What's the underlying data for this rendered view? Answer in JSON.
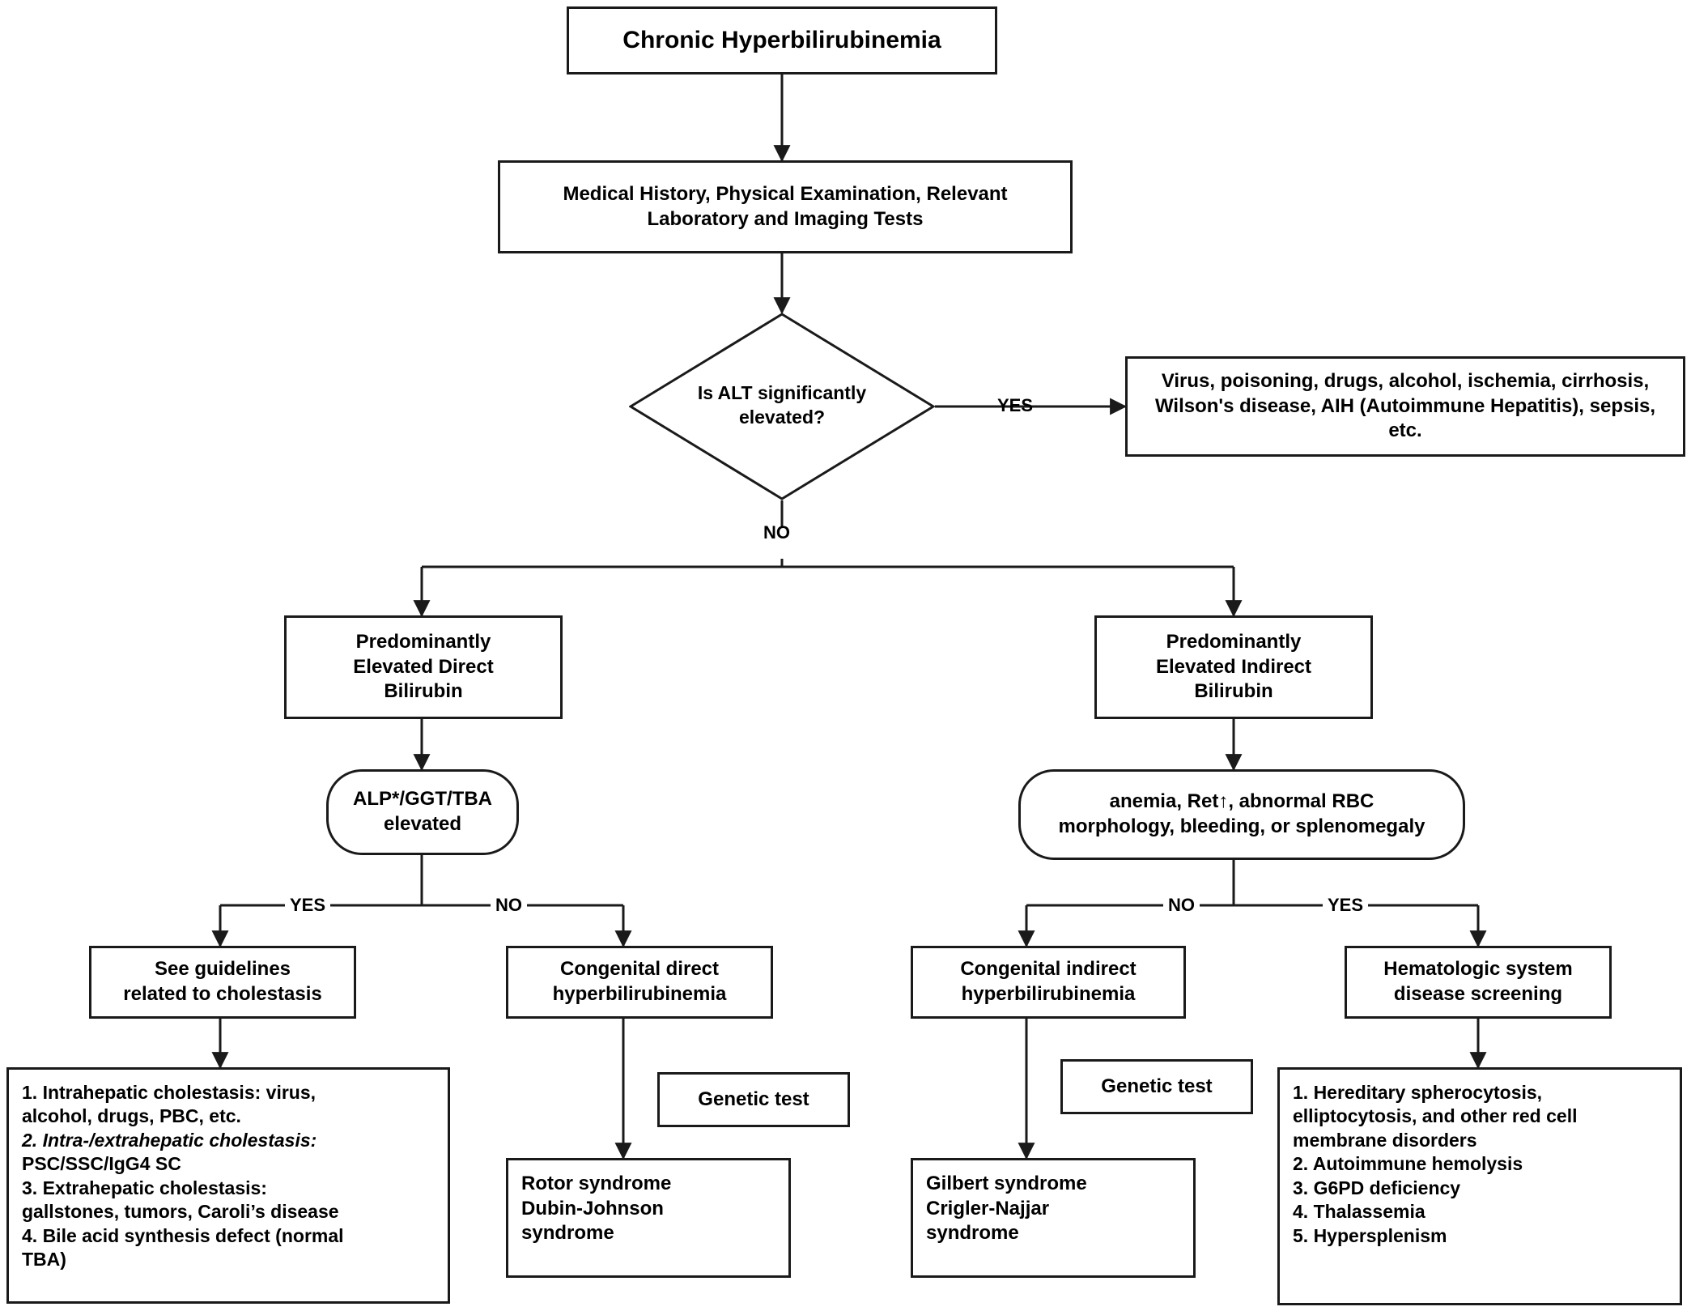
{
  "diagram": {
    "type": "flowchart",
    "title": "Chronic Hyperbilirubinemia diagnostic algorithm",
    "nodes": {
      "root": "Chronic Hyperbilirubinemia",
      "workup": "Medical History, Physical Examination, Relevant Laboratory and Imaging Tests",
      "alt_question_line1": "Is ALT significantly",
      "alt_question_line2": "elevated?",
      "alt_yes_box": "Virus, poisoning, drugs, alcohol, ischemia, cirrhosis, Wilson's disease, AIH (Autoimmune Hepatitis), sepsis, etc.",
      "direct_line1": "Predominantly",
      "direct_line2": "Elevated Direct",
      "direct_line3": "Bilirubin",
      "indirect_line1": "Predominantly",
      "indirect_line2": "Elevated Indirect",
      "indirect_line3": "Bilirubin",
      "alp_line1": "ALP*/GGT/TBA",
      "alp_line2": "elevated",
      "hemolysis_line1": "anemia, Ret↑, abnormal RBC",
      "hemolysis_line2": "morphology, bleeding, or splenomegaly",
      "cholestasis_guidelines_line1": "See guidelines",
      "cholestasis_guidelines_line2": "related to cholestasis",
      "congenital_direct_line1": "Congenital direct",
      "congenital_direct_line2": "hyperbilirubinemia",
      "congenital_indirect_line1": "Congenital indirect",
      "congenital_indirect_line2": "hyperbilirubinemia",
      "hematologic_line1": "Hematologic system",
      "hematologic_line2": "disease screening",
      "genetic_test_direct": "Genetic test",
      "genetic_test_indirect": "Genetic test",
      "rotor_line1": "Rotor syndrome",
      "rotor_line2": "Dubin-Johnson",
      "rotor_line3": "syndrome",
      "gilbert_line1": "Gilbert syndrome",
      "gilbert_line2": "Crigler-Najjar",
      "gilbert_line3": "syndrome",
      "cholestasis_list": [
        "1. Intrahepatic cholestasis: virus,",
        "alcohol, drugs, PBC, etc.",
        "2. Intra-/extrahepatic cholestasis:",
        "PSC/SSC/IgG4 SC",
        "3. Extrahepatic cholestasis:",
        "gallstones, tumors, Caroli’s disease",
        "4. Bile acid synthesis defect (normal",
        "TBA)"
      ],
      "hematologic_list": [
        "1. Hereditary spherocytosis,",
        "elliptocytosis, and other red cell",
        "membrane disorders",
        "2. Autoimmune hemolysis",
        "3. G6PD deficiency",
        "4. Thalassemia",
        "5. Hypersplenism"
      ]
    },
    "edge_labels": {
      "alt_yes": "YES",
      "alt_no": "NO",
      "alp_yes": "YES",
      "alp_no": "NO",
      "hemolysis_no": "NO",
      "hemolysis_yes": "YES"
    },
    "colors": {
      "stroke": "#1a1a1a",
      "background": "#ffffff",
      "text": "#000000"
    }
  }
}
